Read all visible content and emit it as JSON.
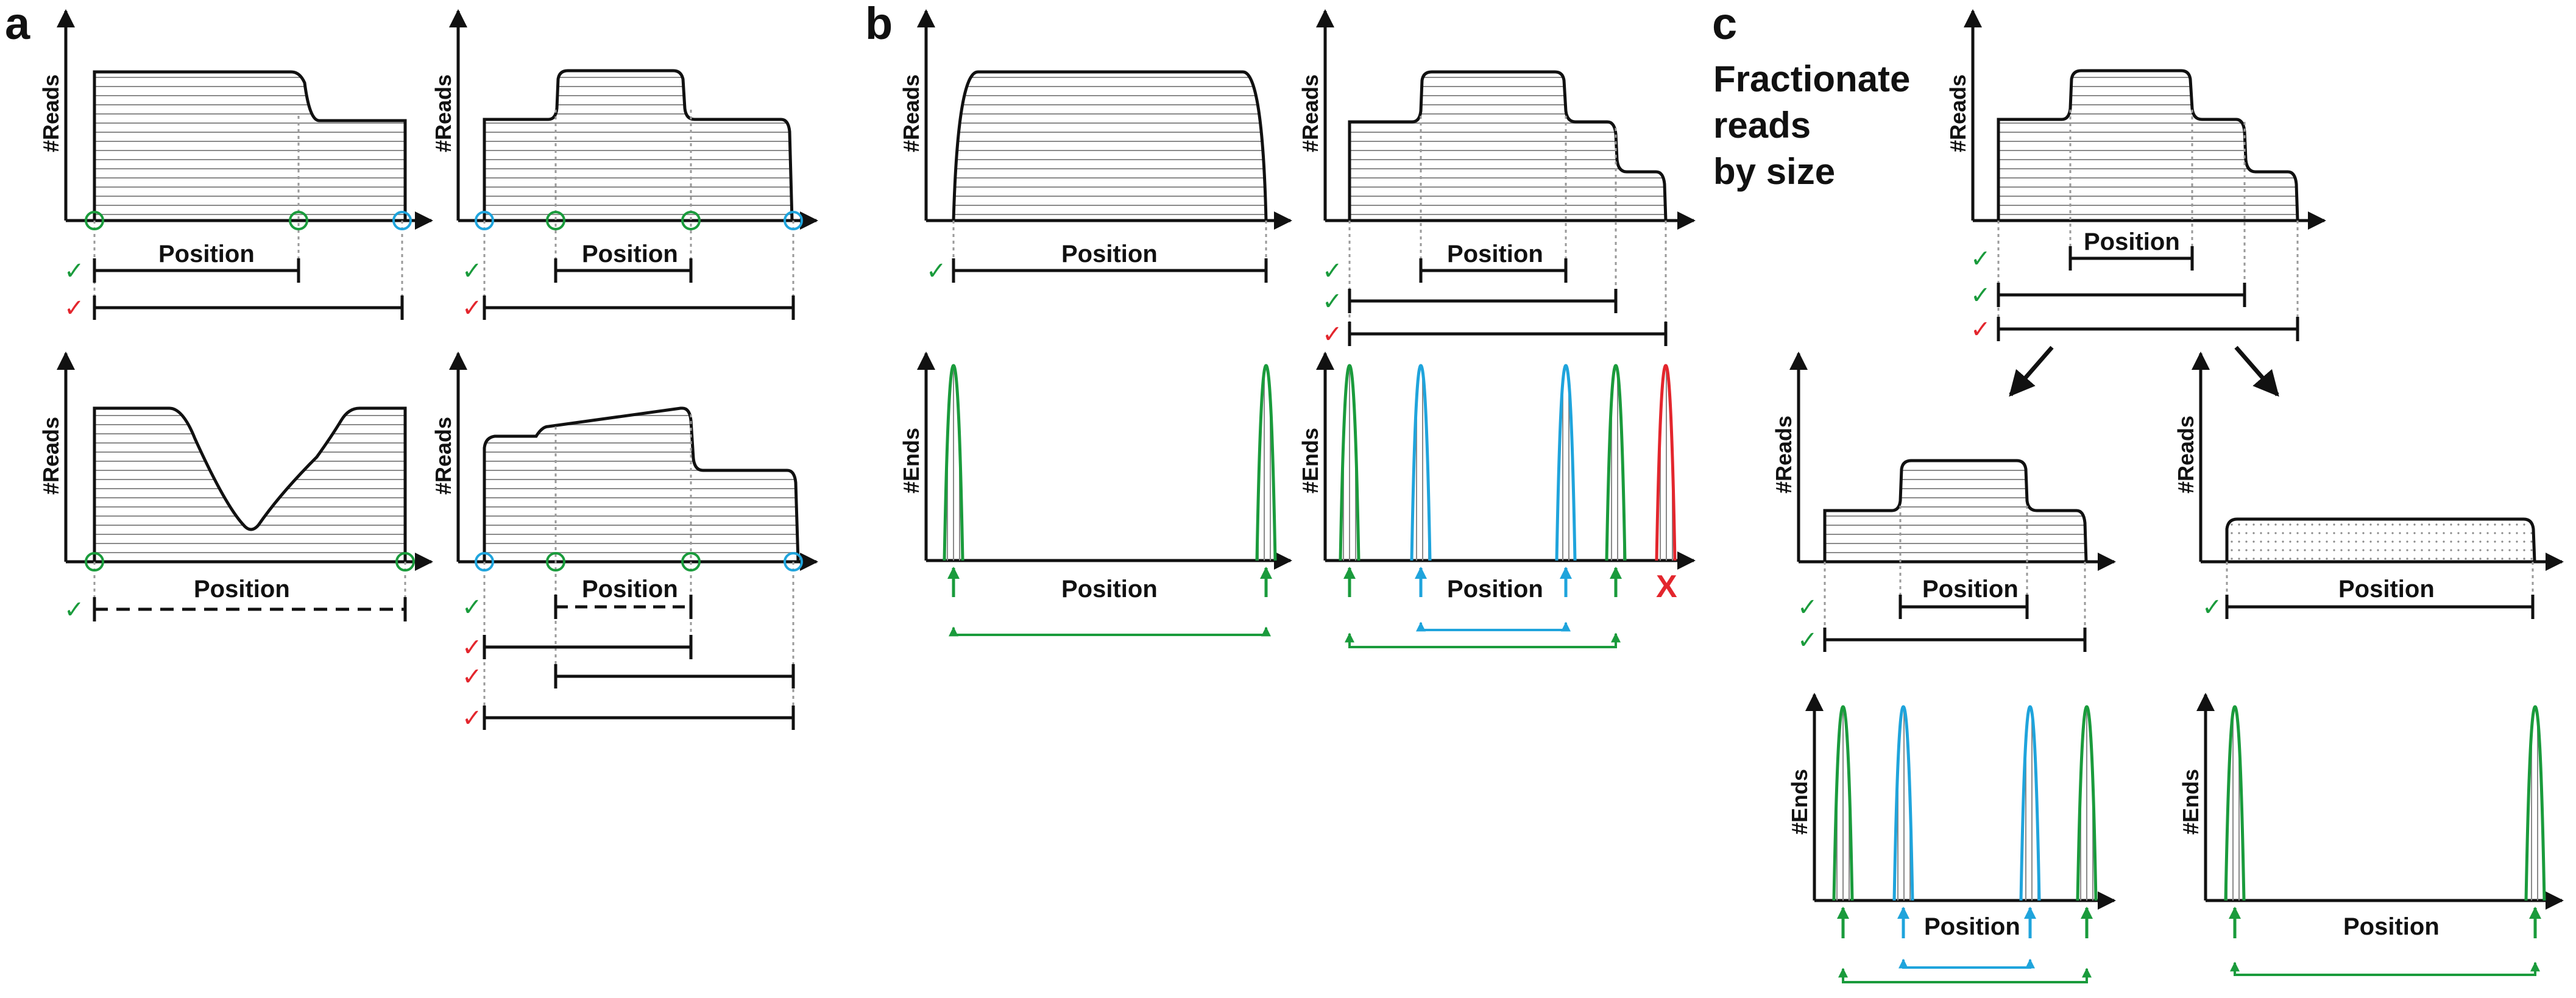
{
  "panels": {
    "a": "a",
    "b": "b",
    "c": "c"
  },
  "labels": {
    "reads": "#Reads",
    "ends": "#Ends",
    "position": "Position",
    "check": "✓",
    "x_mark": "X",
    "fractionate": [
      "Fractionate",
      "reads",
      "by size"
    ]
  },
  "colors": {
    "line": "#111111",
    "hatch": "#8a8a8a",
    "green": "#1a9b3c",
    "blue": "#1fa4dc",
    "red": "#e3262d",
    "guide": "#9a9a9a"
  }
}
